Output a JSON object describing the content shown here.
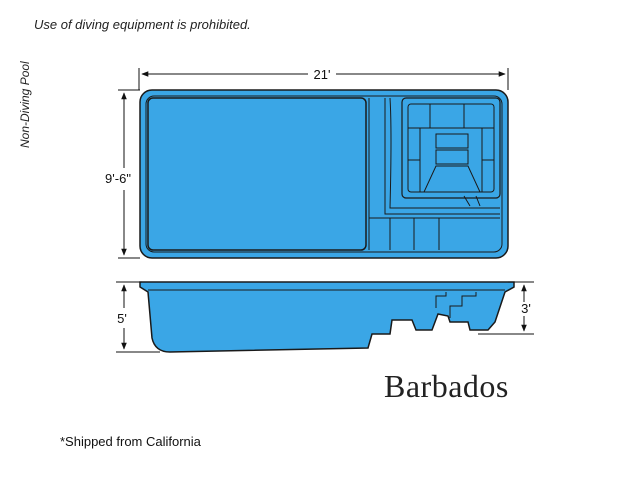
{
  "notice": "Use of diving equipment is prohibited.",
  "side_label": "Non-Diving Pool",
  "dimensions": {
    "length": "21'",
    "width": "9'-6\"",
    "max_depth": "5'",
    "shallow_depth": "3'"
  },
  "model_name": "Barbados",
  "footnote": "*Shipped from California",
  "colors": {
    "water": "#3aa6e6",
    "outline": "#1a1a1a"
  }
}
